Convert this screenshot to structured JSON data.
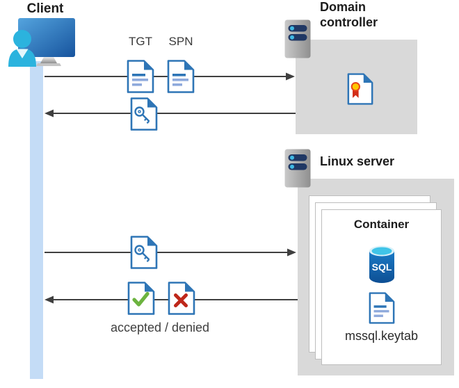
{
  "client": {
    "label": "Client"
  },
  "domain_controller": {
    "label": "Domain controller"
  },
  "linux_server": {
    "label": "Linux server"
  },
  "container": {
    "label": "Container",
    "sql_badge": "SQL",
    "keytab_file": "mssql.keytab"
  },
  "flow_labels": {
    "tgt": "TGT",
    "spn": "SPN",
    "result": "accepted / denied"
  },
  "icons": {
    "client": "user-monitor-icon",
    "server": "server-icon",
    "ticket_document": "document-icon",
    "key_document": "key-document-icon",
    "certificate_document": "certificate-icon",
    "accepted_document": "check-document-icon",
    "denied_document": "cross-document-icon",
    "sql_database": "sql-database-icon"
  },
  "colors": {
    "doc_blue": "#2E75B6",
    "doc_line_light": "#8FAADC",
    "box_gray": "#D9D9D9",
    "lifeline_blue": "#C4DCF6",
    "arrow_gray": "#3F3F3F",
    "check_green": "#6CB33F",
    "cross_red": "#BE271A",
    "server_bar_navy": "#203864",
    "server_led_cyan": "#3FB9E4",
    "sql_blue": "#1166B4",
    "sql_top_cyan": "#40C4E8",
    "person_cyan": "#2BB3DE",
    "cert_gold": "#FFC800",
    "cert_ring_red": "#E8471C",
    "cert_ribbon_red": "#D22D18"
  }
}
